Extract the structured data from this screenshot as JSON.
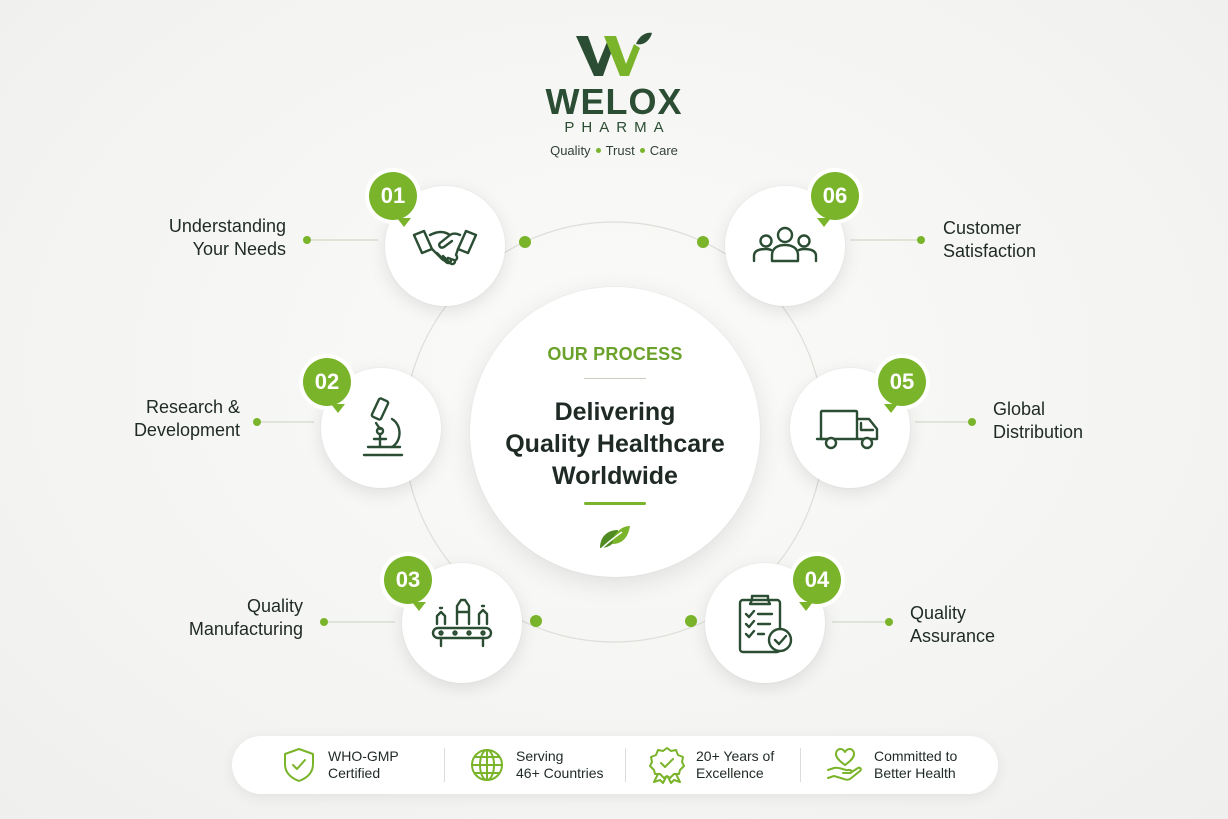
{
  "brand": {
    "name": "WELOX",
    "subname": "PHARMA",
    "tagline": [
      "Quality",
      "Trust",
      "Care"
    ],
    "colors": {
      "primary": "#2b4d33",
      "accent": "#7ab42a"
    }
  },
  "center": {
    "kicker": "OUR PROCESS",
    "title_lines": [
      "Delivering",
      "Quality Healthcare",
      "Worldwide"
    ],
    "icon": "leaf-icon"
  },
  "steps": [
    {
      "number": "01",
      "label_lines": [
        "Understanding",
        "Your Needs"
      ],
      "icon": "handshake-icon"
    },
    {
      "number": "02",
      "label_lines": [
        "Research &",
        "Development"
      ],
      "icon": "microscope-icon"
    },
    {
      "number": "03",
      "label_lines": [
        "Quality",
        "Manufacturing"
      ],
      "icon": "production-line-icon"
    },
    {
      "number": "04",
      "label_lines": [
        "Quality",
        "Assurance"
      ],
      "icon": "clipboard-check-icon"
    },
    {
      "number": "05",
      "label_lines": [
        "Global",
        "Distribution"
      ],
      "icon": "delivery-truck-icon"
    },
    {
      "number": "06",
      "label_lines": [
        "Customer",
        "Satisfaction"
      ],
      "icon": "people-group-icon"
    }
  ],
  "features": [
    {
      "lines": [
        "WHO-GMP",
        "Certified"
      ],
      "icon": "shield-check-icon"
    },
    {
      "lines": [
        "Serving",
        "46+ Countries"
      ],
      "icon": "globe-icon"
    },
    {
      "lines": [
        "20+ Years of",
        "Excellence"
      ],
      "icon": "award-badge-icon"
    },
    {
      "lines": [
        "Committed to",
        "Better Health"
      ],
      "icon": "heart-hand-icon"
    }
  ]
}
